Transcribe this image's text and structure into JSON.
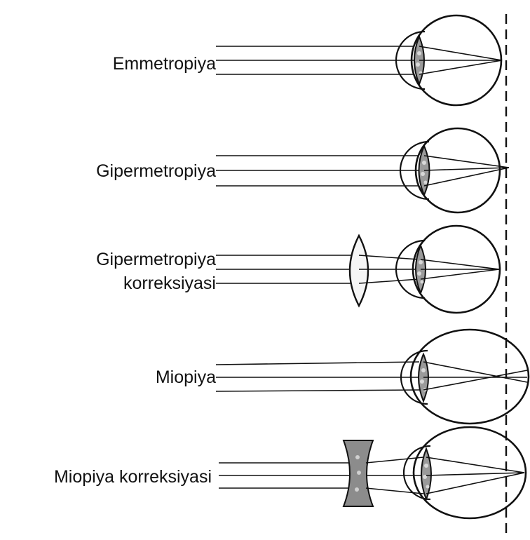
{
  "figure": {
    "rows": [
      {
        "id": "emmetropiya",
        "label_lines": [
          "Emmetropiya"
        ],
        "lens": "none",
        "eye_shape": "round",
        "focus": "on-retina"
      },
      {
        "id": "gipermetropiya",
        "label_lines": [
          "Gipermetropiya"
        ],
        "lens": "none",
        "eye_shape": "short",
        "focus": "behind-retina"
      },
      {
        "id": "gipermetropiya-korreksiyasi",
        "label_lines": [
          "Gipermetropiya",
          "korreksiyasi"
        ],
        "lens": "convex",
        "eye_shape": "short",
        "focus": "on-retina"
      },
      {
        "id": "miopiya",
        "label_lines": [
          "Miopiya"
        ],
        "lens": "none",
        "eye_shape": "long",
        "focus": "in-front-of-retina"
      },
      {
        "id": "miopiya-korreksiyasi",
        "label_lines": [
          "Miopiya korreksiyasi"
        ],
        "lens": "concave",
        "eye_shape": "long",
        "focus": "on-retina"
      }
    ],
    "colors": {
      "ink": "#111111",
      "lens_fill": "#9a9a9a",
      "lens_spots": "#d8d8d8",
      "concave_fill": "#8c8c8c"
    }
  }
}
